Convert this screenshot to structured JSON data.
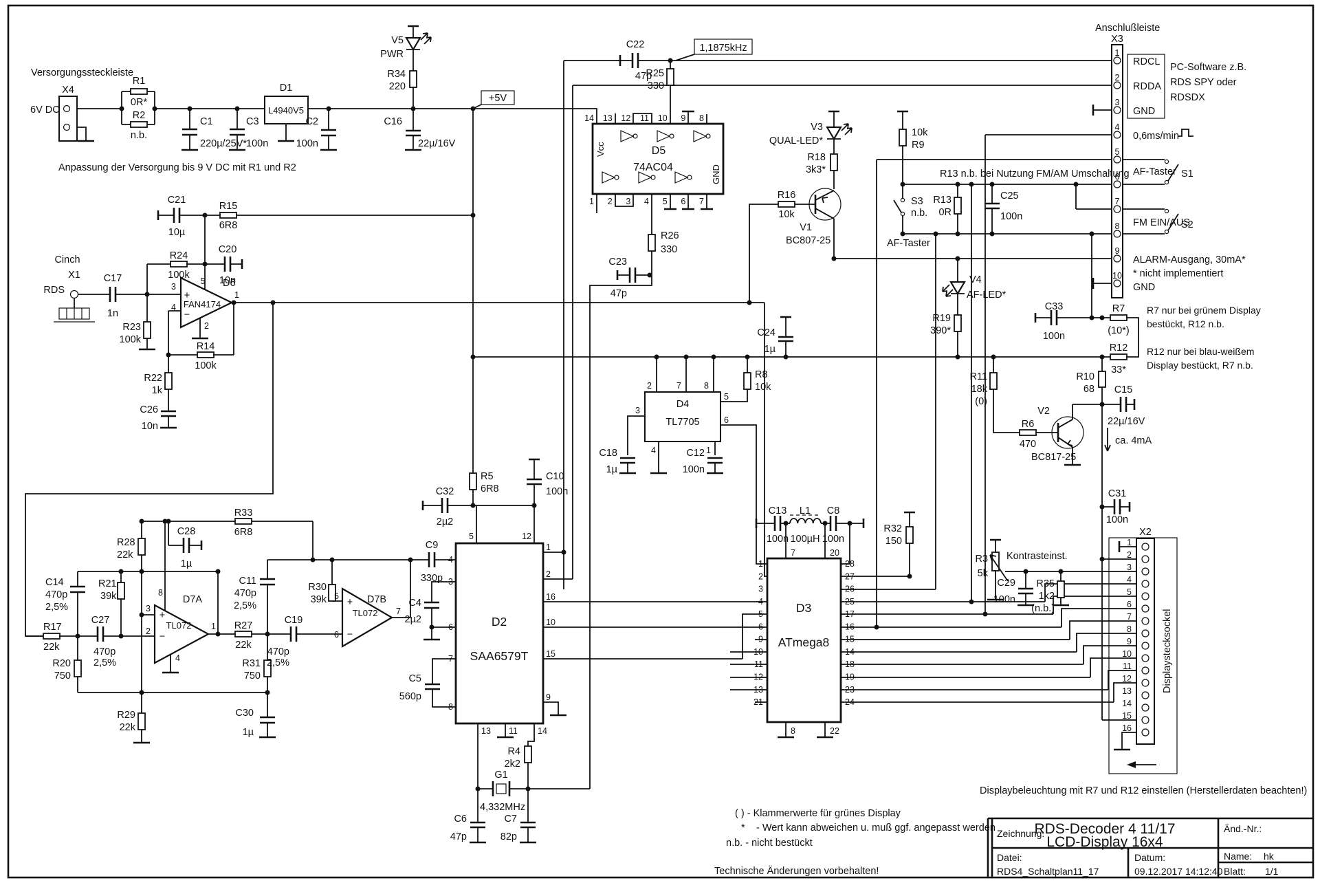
{
  "t": {
    "rail": "+5V",
    "freq": "1,1875kHz",
    "plus": "+",
    "minus": "−",
    "rdcl": "RDCL",
    "rdda": "RDDA",
    "gnd3": "GND",
    "pc1": "PC-Software z.B.",
    "pc2": "RDS SPY oder",
    "pc3": "RDSDX",
    "pulse": "0,6ms/min",
    "af1": "AF-Taster",
    "af2": "AF-Taster",
    "fm": "FM EIN/AUS",
    "alarm1": "ALARM-Ausgang, 30mA*",
    "alarm2": "* nicht implementiert",
    "gnd10": "GND",
    "noteR13": "R13 n.b. bei Nutzung FM/AM Umschaltung",
    "noteR7a": "R7 nur bei grünem Display",
    "noteR7b": "bestückt, R12 n.b.",
    "noteR12a": "R12 nur bei blau-weißem",
    "noteR12b": "Display bestückt, R7 n.b.",
    "kontrast": "Kontrasteinst.",
    "ca": "ca. 4mA",
    "noteSupply": "Anpassung der Versorgung bis 9 V DC mit R1 und R2",
    "backlight": "Displaybeleuchtung mit R7 und R12 einstellen  (Herstellerdaten beachten!)",
    "leg1": "( ) - Klammerwerte für grünes Display",
    "leg2a": "*",
    "leg2b": "- Wert kann abweichen u. muß ggf. angepasst werden",
    "leg3": "n.b.  - nicht bestückt",
    "tech": "Technische Änderungen vorbehalten!"
  },
  "tb": {
    "zeichnung": "Zeichnung:",
    "t1": "RDS-Decoder 4 11/17",
    "t2": "LCD-Display 16x4",
    "aend": "Änd.-Nr.:",
    "datei_l": "Datei:",
    "datei": "RDS4_Schaltplan11_17",
    "datum_l": "Datum:",
    "datum": "09.12.2017 14:12:40",
    "name_l": "Name:",
    "name": "hk",
    "blatt_l": "Blatt:",
    "blatt": "1/1"
  },
  "c": {
    "R1": {
      "r": "R1",
      "v": "0R*"
    },
    "R2": {
      "r": "R2",
      "v": "n.b."
    },
    "R3": {
      "r": "R3",
      "v": "5k"
    },
    "R4": {
      "r": "R4",
      "v": "2k2"
    },
    "R5": {
      "r": "R5",
      "v": "6R8"
    },
    "R6": {
      "r": "R6",
      "v": "470"
    },
    "R7": {
      "r": "R7",
      "v": "(10*)"
    },
    "R8": {
      "r": "R8",
      "v": "10k"
    },
    "R9": {
      "r": "R9",
      "v": "10k"
    },
    "R10": {
      "r": "R10",
      "v": "68"
    },
    "R11": {
      "r": "R11",
      "v": "18k",
      "v2": "(0)"
    },
    "R12": {
      "r": "R12",
      "v": "33*"
    },
    "R13": {
      "r": "R13",
      "v": "0R"
    },
    "R14": {
      "r": "R14",
      "v": "100k"
    },
    "R15": {
      "r": "R15",
      "v": "6R8"
    },
    "R16": {
      "r": "R16",
      "v": "10k"
    },
    "R17": {
      "r": "R17",
      "v": "22k"
    },
    "R18": {
      "r": "R18",
      "v": "3k3*"
    },
    "R19": {
      "r": "R19",
      "v": "390*"
    },
    "R20": {
      "r": "R20",
      "v": "750"
    },
    "R21": {
      "r": "R21",
      "v": "39k"
    },
    "R22": {
      "r": "R22",
      "v": "1k"
    },
    "R23": {
      "r": "R23",
      "v": "100k"
    },
    "R24": {
      "r": "R24",
      "v": "100k"
    },
    "R25": {
      "r": "R25",
      "v": "330"
    },
    "R26": {
      "r": "R26",
      "v": "330"
    },
    "R27": {
      "r": "R27",
      "v": "22k"
    },
    "R28": {
      "r": "R28",
      "v": "22k"
    },
    "R29": {
      "r": "R29",
      "v": "22k"
    },
    "R30": {
      "r": "R30",
      "v": "39k"
    },
    "R31": {
      "r": "R31",
      "v": "750"
    },
    "R32": {
      "r": "R32",
      "v": "150"
    },
    "R33": {
      "r": "R33",
      "v": "6R8"
    },
    "R34": {
      "r": "R34",
      "v": "220"
    },
    "R35": {
      "r": "R35",
      "v": "1k2",
      "v2": "(n.b.)"
    },
    "C1": {
      "r": "C1",
      "v": "220µ/25V*"
    },
    "C2": {
      "r": "C2",
      "v": "100n"
    },
    "C3": {
      "r": "C3",
      "v": "100n"
    },
    "C4": {
      "r": "C4",
      "v": "2µ2"
    },
    "C5": {
      "r": "C5",
      "v": "560p"
    },
    "C6": {
      "r": "C6",
      "v": "47p"
    },
    "C7": {
      "r": "C7",
      "v": "82p"
    },
    "C8": {
      "r": "C8",
      "v": "100n"
    },
    "C9": {
      "r": "C9",
      "v": "330p"
    },
    "C10": {
      "r": "C10",
      "v": "100n"
    },
    "C11": {
      "r": "C11",
      "v": "470p",
      "v2": "2,5%"
    },
    "C12": {
      "r": "C12",
      "v": "100n"
    },
    "C13": {
      "r": "C13",
      "v": "100n"
    },
    "C14": {
      "r": "C14",
      "v": "470p",
      "v2": "2,5%"
    },
    "C15": {
      "r": "C15",
      "v": "22µ/16V"
    },
    "C16": {
      "r": "C16",
      "v": "22µ/16V"
    },
    "C17": {
      "r": "C17",
      "v": "1n"
    },
    "C18": {
      "r": "C18",
      "v": "1µ"
    },
    "C19": {
      "r": "C19",
      "v": "470p",
      "v2": "2,5%"
    },
    "C20": {
      "r": "C20",
      "v": "10n"
    },
    "C21": {
      "r": "C21",
      "v": "10µ"
    },
    "C22": {
      "r": "C22",
      "v": "47p"
    },
    "C23": {
      "r": "C23",
      "v": "47p"
    },
    "C24": {
      "r": "C24",
      "v": "1µ"
    },
    "C25": {
      "r": "C25",
      "v": "100n"
    },
    "C26": {
      "r": "C26",
      "v": "10n"
    },
    "C27": {
      "r": "C27",
      "v": "470p",
      "v2": "2,5%"
    },
    "C28": {
      "r": "C28",
      "v": "1µ"
    },
    "C29": {
      "r": "C29",
      "v": "100n"
    },
    "C30": {
      "r": "C30",
      "v": "1µ"
    },
    "C31": {
      "r": "C31",
      "v": "100n"
    },
    "C32": {
      "r": "C32",
      "v": "2µ2"
    },
    "C33": {
      "r": "C33",
      "v": "100n"
    },
    "D1": {
      "r": "D1",
      "v": "L4940V5"
    },
    "D2": {
      "r": "D2",
      "v": "SAA6579T"
    },
    "D3": {
      "r": "D3",
      "v": "ATmega8"
    },
    "D4": {
      "r": "D4",
      "v": "TL7705"
    },
    "D5": {
      "r": "D5",
      "v": "74AC04",
      "vcc": "Vcc",
      "gnd": "GND"
    },
    "D6": {
      "r": "D6",
      "v": "FAN4174"
    },
    "D7A": {
      "r": "D7A",
      "v": "TL072"
    },
    "D7B": {
      "r": "D7B",
      "v": "TL072"
    },
    "V1": {
      "r": "V1",
      "v": "BC807-25"
    },
    "V2": {
      "r": "V2",
      "v": "BC817-25"
    },
    "V3": {
      "r": "V3",
      "v": "QUAL-LED*"
    },
    "V4": {
      "r": "V4",
      "v": "AF-LED*"
    },
    "V5": {
      "r": "V5",
      "v": "PWR"
    },
    "G1": {
      "r": "G1",
      "v": "4,332MHz"
    },
    "L1": {
      "r": "L1",
      "v": "100µH"
    },
    "X1": {
      "r": "X1",
      "kind": "Cinch",
      "sig": "RDS"
    },
    "X2": {
      "r": "X2",
      "name": "Displaystecksockel"
    },
    "X3": {
      "r": "X3",
      "name": "Anschlußleiste"
    },
    "X4": {
      "r": "X4",
      "vin": "6V DC",
      "name": "Versorgungssteckleiste"
    },
    "S1": {
      "r": "S1"
    },
    "S2": {
      "r": "S2"
    },
    "S3": {
      "r": "S3",
      "v": "n.b."
    }
  },
  "p": {
    "x3": [
      "1",
      "2",
      "3",
      "4",
      "5",
      "6",
      "7",
      "8",
      "9",
      "10"
    ],
    "x2": [
      "1",
      "2",
      "3",
      "4",
      "5",
      "6",
      "7",
      "8",
      "9",
      "10",
      "11",
      "12",
      "13",
      "14",
      "15",
      "16"
    ],
    "d3l": [
      "1",
      "2",
      "3",
      "4",
      "5",
      "6",
      "9",
      "10",
      "11",
      "12",
      "13",
      "21"
    ],
    "d3r": [
      "28",
      "27",
      "26",
      "25",
      "17",
      "16",
      "15",
      "14",
      "18",
      "19",
      "23",
      "24"
    ],
    "d3t": [
      "7",
      "20"
    ],
    "d3b": [
      "8",
      "22"
    ],
    "d5t": [
      "14",
      "13",
      "12",
      "11",
      "10",
      "9",
      "8"
    ],
    "d5b": [
      "1",
      "2",
      "3",
      "4",
      "5",
      "6",
      "7"
    ],
    "d2t": [
      "5",
      "12"
    ],
    "d2l": [
      "4",
      "3",
      "6",
      "7",
      "8"
    ],
    "d2r": [
      "1",
      "2",
      "16",
      "10",
      "15",
      "9"
    ],
    "d2b": [
      "13",
      "11",
      "14"
    ],
    "d4": [
      "2",
      "7",
      "8",
      "3",
      "5",
      "6",
      "4",
      "1"
    ],
    "d6": [
      "3",
      "5",
      "4",
      "2",
      "1"
    ],
    "d7a": [
      "8",
      "3",
      "2",
      "4",
      "1"
    ],
    "d7b": [
      "5",
      "6",
      "7"
    ]
  }
}
